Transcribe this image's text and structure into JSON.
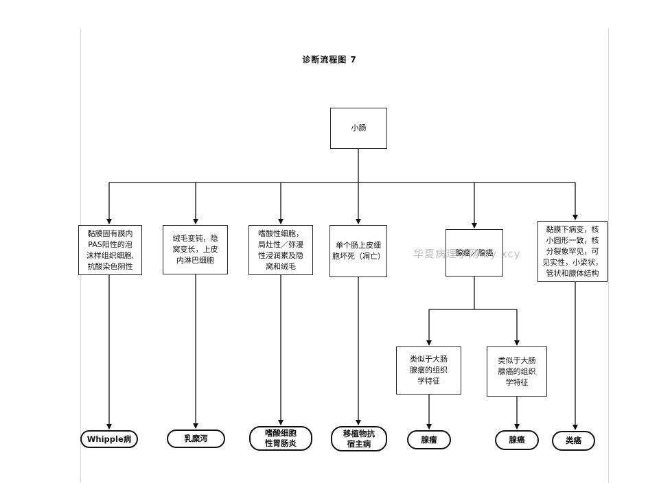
{
  "title": "诊断流程图 7",
  "root": "小肠",
  "branches": [
    "黏膜固有膜内\nPAS阳性的泡\n沫样组织细胞,\n抗酸染色阴性",
    "绒毛变钝，隐\n窝变长，上皮\n内淋巴细胞",
    "嗜酸性细胞，\n局灶性／弥漫\n性浸润累及隐\n窝和绒毛",
    "单个肠上皮细\n胞坏死（凋亡）",
    "腺瘤／腺癌",
    "黏膜下病变，核\n小圆形一致，核\n分裂象罕见，可\n见实性，小梁状，\n管状和腺体结构"
  ],
  "subbranches": [
    "类似于大肠\n腺瘤的组织\n学特征",
    "类似于大肠\n腺癌的组织\n学特征"
  ],
  "outcomes": [
    "Whipple病",
    "乳糜泻",
    "嗜酸细胞\n性胃肠炎",
    "移植物抗\n宿主病",
    "腺瘤",
    "腺癌",
    "类癌"
  ],
  "watermark": "华夏病理学网 by xcy"
}
